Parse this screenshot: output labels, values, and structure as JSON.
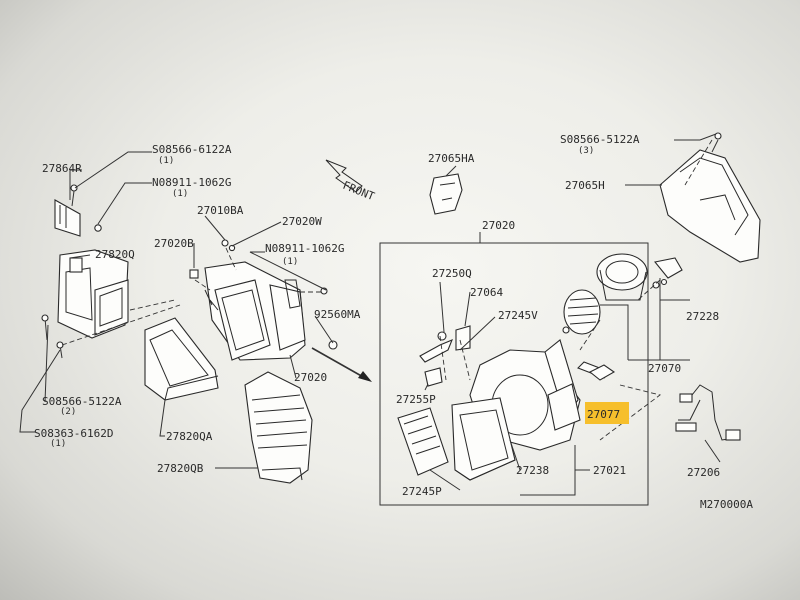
{
  "labels": {
    "screw_top_left": "S08566-6122A",
    "screw_top_left_qty": "(1)",
    "p27864R": "27864R",
    "nut_top_left": "N08911-1062G",
    "nut_top_left_qty": "(1)",
    "p27010BA": "27010BA",
    "p27020W": "27020W",
    "p27020B": "27020B",
    "p27820Q": "27820Q",
    "nut_mid": "N08911-1062G",
    "nut_mid_qty": "(1)",
    "p92560MA": "92560MA",
    "p27020_left": "27020",
    "screw_bottom_left": "S08566-5122A",
    "screw_bottom_left_qty": "(2)",
    "screw_bottom_left2": "S08363-6162D",
    "screw_bottom_left2_qty": "(1)",
    "p27820QA": "27820QA",
    "p27820QB": "27820QB",
    "front": "FRONT",
    "p27065HA": "27065HA",
    "screw_top_right": "S08566-5122A",
    "screw_top_right_qty": "(3)",
    "p27065H": "27065H",
    "p27020_box": "27020",
    "p27250Q": "27250Q",
    "p27064": "27064",
    "p27245V": "27245V",
    "p27228": "27228",
    "p27070": "27070",
    "p27255P": "27255P",
    "p27077": "27077",
    "p27238": "27238",
    "p27021": "27021",
    "p27245P": "27245P",
    "p27206": "27206",
    "diagram_id": "M270000A"
  },
  "highlight_color": "#f6bf2c"
}
